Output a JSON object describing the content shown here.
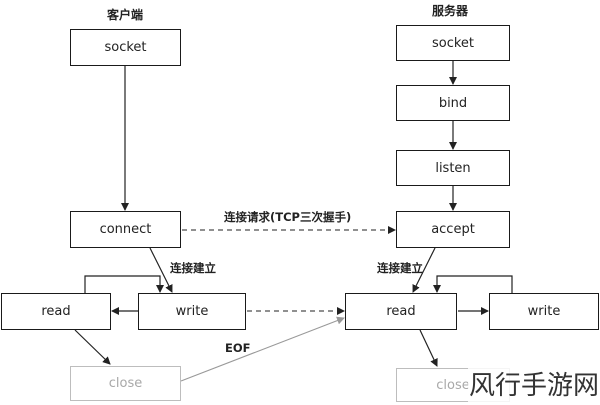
{
  "headers": {
    "client": "客户端",
    "server": "服务器"
  },
  "client": {
    "socket": "socket",
    "connect": "connect",
    "read": "read",
    "write": "write",
    "close": "close"
  },
  "server": {
    "socket": "socket",
    "bind": "bind",
    "listen": "listen",
    "accept": "accept",
    "read": "read",
    "write": "write",
    "close": "close"
  },
  "edge_labels": {
    "handshake": "连接请求(TCP三次握手)",
    "client_established": "连接建立",
    "server_established": "连接建立",
    "eof": "EOF"
  },
  "watermark": "风行手游网",
  "colors": {
    "box_border": "#1a1a1a",
    "faded": "#bdbdbd",
    "arrow": "#222222"
  }
}
